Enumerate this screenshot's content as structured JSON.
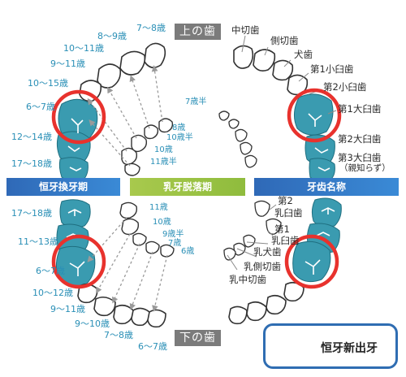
{
  "upper_jaw_label": "上の歯",
  "lower_jaw_label": "下の歯",
  "bands": {
    "permanent": "恒牙換牙期",
    "primary_loss": "乳牙脱落期",
    "names": "牙齿名称"
  },
  "upper_permanent_ages": [
    "7～8歳",
    "8～9歳",
    "10～11歳",
    "9～11歳",
    "10～15歳",
    "6～7歳",
    "12～14歳",
    "17～18歳"
  ],
  "upper_primary_ages": [
    "7歳半",
    "8歳",
    "10歳半",
    "10歳",
    "11歳半"
  ],
  "upper_tooth_names": [
    "中切歯",
    "側切歯",
    "犬歯",
    "第1小臼歯",
    "第2小臼歯",
    "第1大臼歯",
    "第2大臼歯",
    "第3大臼歯",
    "（親知らず）"
  ],
  "lower_permanent_ages": [
    "17～18歳",
    "11～13歳",
    "6～7歳",
    "10～12歳",
    "9～11歳",
    "9～10歳",
    "7～8歳",
    "6～7歳"
  ],
  "lower_primary_ages": [
    "11歳",
    "10歳",
    "9歳半",
    "7歳",
    "6歳"
  ],
  "lower_tooth_names": [
    "第2",
    "乳臼歯",
    "第1",
    "乳臼歯",
    "乳犬歯",
    "乳側切歯",
    "乳中切歯"
  ],
  "legend_label": "恒牙新出牙",
  "colors": {
    "new_tooth": "#3a9bb0",
    "highlight_circle": "#e8322d",
    "age_text": "#2a8fb6",
    "band_blue": "#2f69b7",
    "band_green": "#a8c94d"
  }
}
